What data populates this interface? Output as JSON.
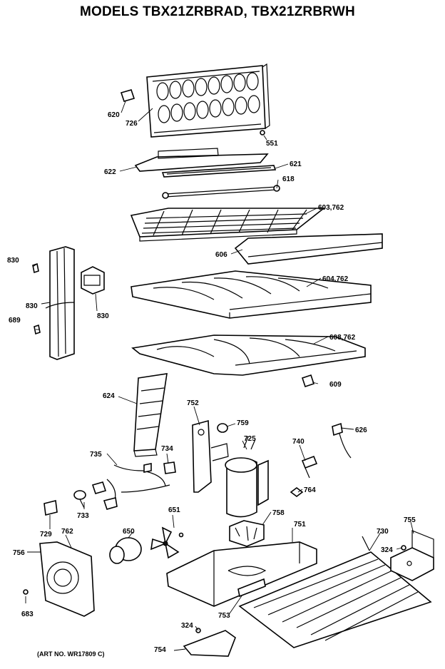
{
  "title": "MODELS TBX21ZRBRAD, TBX21ZRBRWH",
  "art_number": "(ART NO. WR17809 C)",
  "parts": {
    "p620": "620",
    "p726": "726",
    "p551": "551",
    "p622": "622",
    "p621": "621",
    "p618": "618",
    "p603_762": "603,762",
    "p606": "606",
    "p830a": "830",
    "p830b": "830",
    "p830c": "830",
    "p689": "689",
    "p604_762": "604,762",
    "p608_762": "608,762",
    "p609": "609",
    "p624": "624",
    "p752": "752",
    "p759": "759",
    "p725": "725",
    "p740": "740",
    "p626": "626",
    "p735": "735",
    "p734": "734",
    "p764": "764",
    "p733": "733",
    "p729": "729",
    "p762": "762",
    "p651": "651",
    "p758": "758",
    "p751": "751",
    "p730": "730",
    "p755": "755",
    "p756": "756",
    "p650": "650",
    "p324a": "324",
    "p683": "683",
    "p753": "753",
    "p324b": "324",
    "p754": "754"
  }
}
